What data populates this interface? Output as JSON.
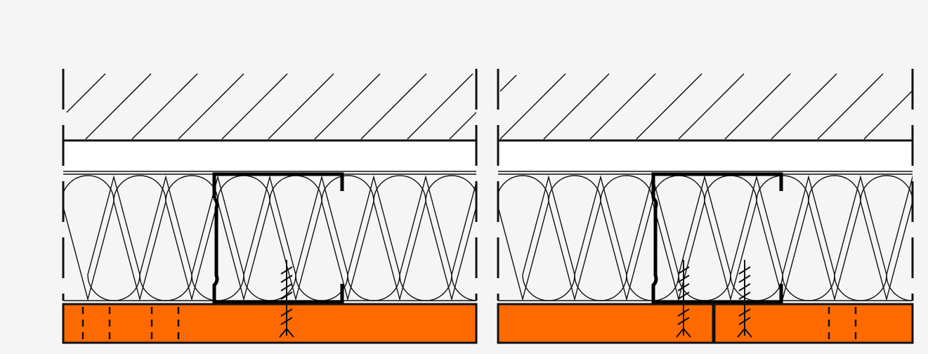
{
  "diagram": {
    "colors": {
      "background": "#f5f5f5",
      "line": "#111111",
      "board_fill": "#ff6a00",
      "white_layer": "#ffffff"
    },
    "panels": [
      {
        "id": "left",
        "layers": [
          "hatched-substrate",
          "white-layer",
          "insulation-batts",
          "c-stud-profile",
          "orange-board"
        ],
        "board_has_joint": false,
        "screw_count": 1
      },
      {
        "id": "right",
        "layers": [
          "hatched-substrate",
          "white-layer",
          "insulation-batts",
          "c-stud-profile",
          "orange-board"
        ],
        "board_has_joint": true,
        "screw_count": 2
      }
    ]
  }
}
